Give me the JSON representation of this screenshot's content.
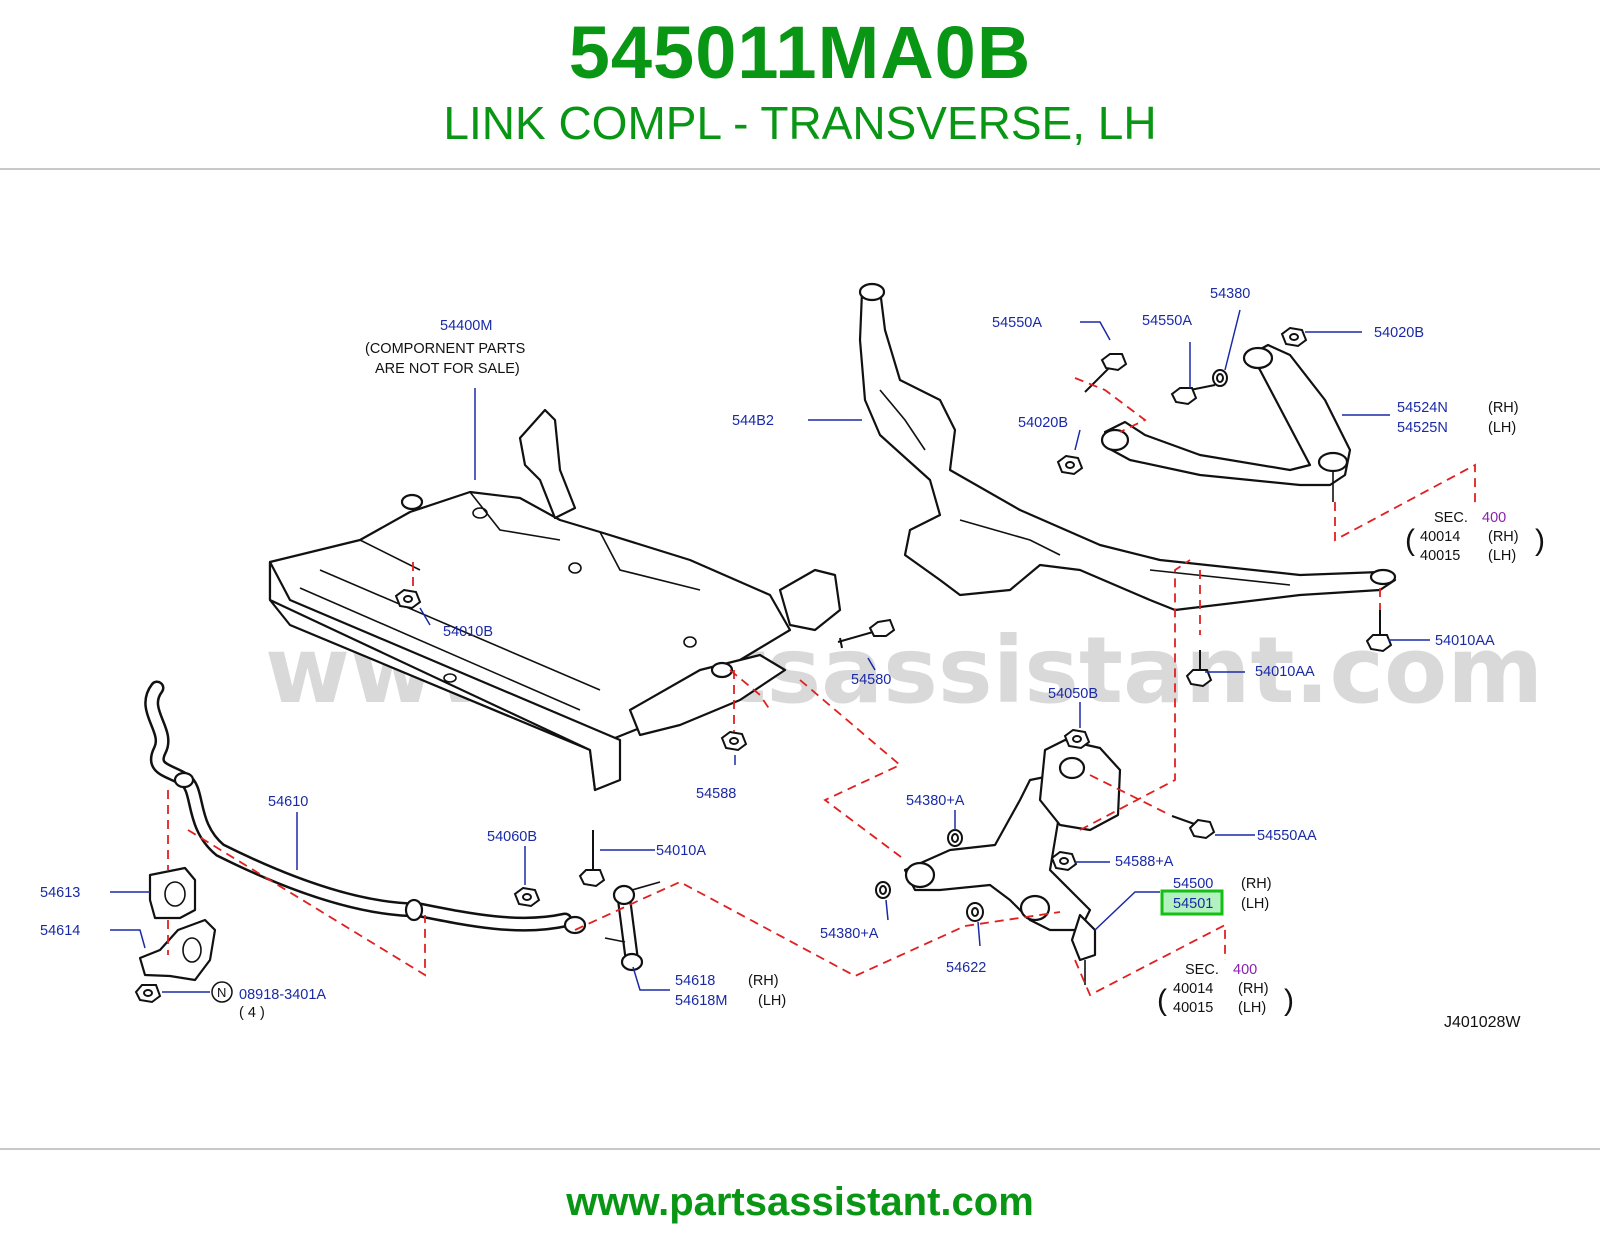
{
  "header": {
    "part_number": "545011MA0B",
    "description": "LINK COMPL - TRANSVERSE, LH"
  },
  "footer": {
    "url": "www.partsassistant.com"
  },
  "diagram": {
    "watermark": "www.partsassistant.com",
    "drawing_code": "J401028W",
    "highlighted_part": "54501",
    "labels": {
      "p54400M": "54400M",
      "component_note_1": "(COMPORNENT   PARTS",
      "component_note_2": "ARE   NOT   FOR   SALE)",
      "p544B2": "544B2",
      "p54550A_1": "54550A",
      "p54550A_2": "54550A",
      "p54380": "54380",
      "p54020B_1": "54020B",
      "p54020B_2": "54020B",
      "p54524N": "54524N",
      "p54525N": "54525N",
      "rh": "(RH)",
      "lh": "(LH)",
      "sec": "SEC.",
      "sec_num": "400",
      "p40014": "40014",
      "p40015": "40015",
      "p54010B": "54010B",
      "p54580": "54580",
      "p54010AA_1": "54010AA",
      "p54010AA_2": "54010AA",
      "p54050B": "54050B",
      "p54588": "54588",
      "p54380A_1": "54380+A",
      "p54380A_2": "54380+A",
      "p54550AA": "54550AA",
      "p54588A": "54588+A",
      "p54610": "54610",
      "p54060B": "54060B",
      "p54010A": "54010A",
      "p54613": "54613",
      "p54614": "54614",
      "p54500": "54500",
      "p54501": "54501",
      "p54622": "54622",
      "p54618": "54618",
      "p54618M": "54618M",
      "nut_ref": "08918-3401A",
      "nut_qty": "( 4 )",
      "n_symbol": "N",
      "paren_open": "(",
      "paren_close": ")"
    }
  }
}
